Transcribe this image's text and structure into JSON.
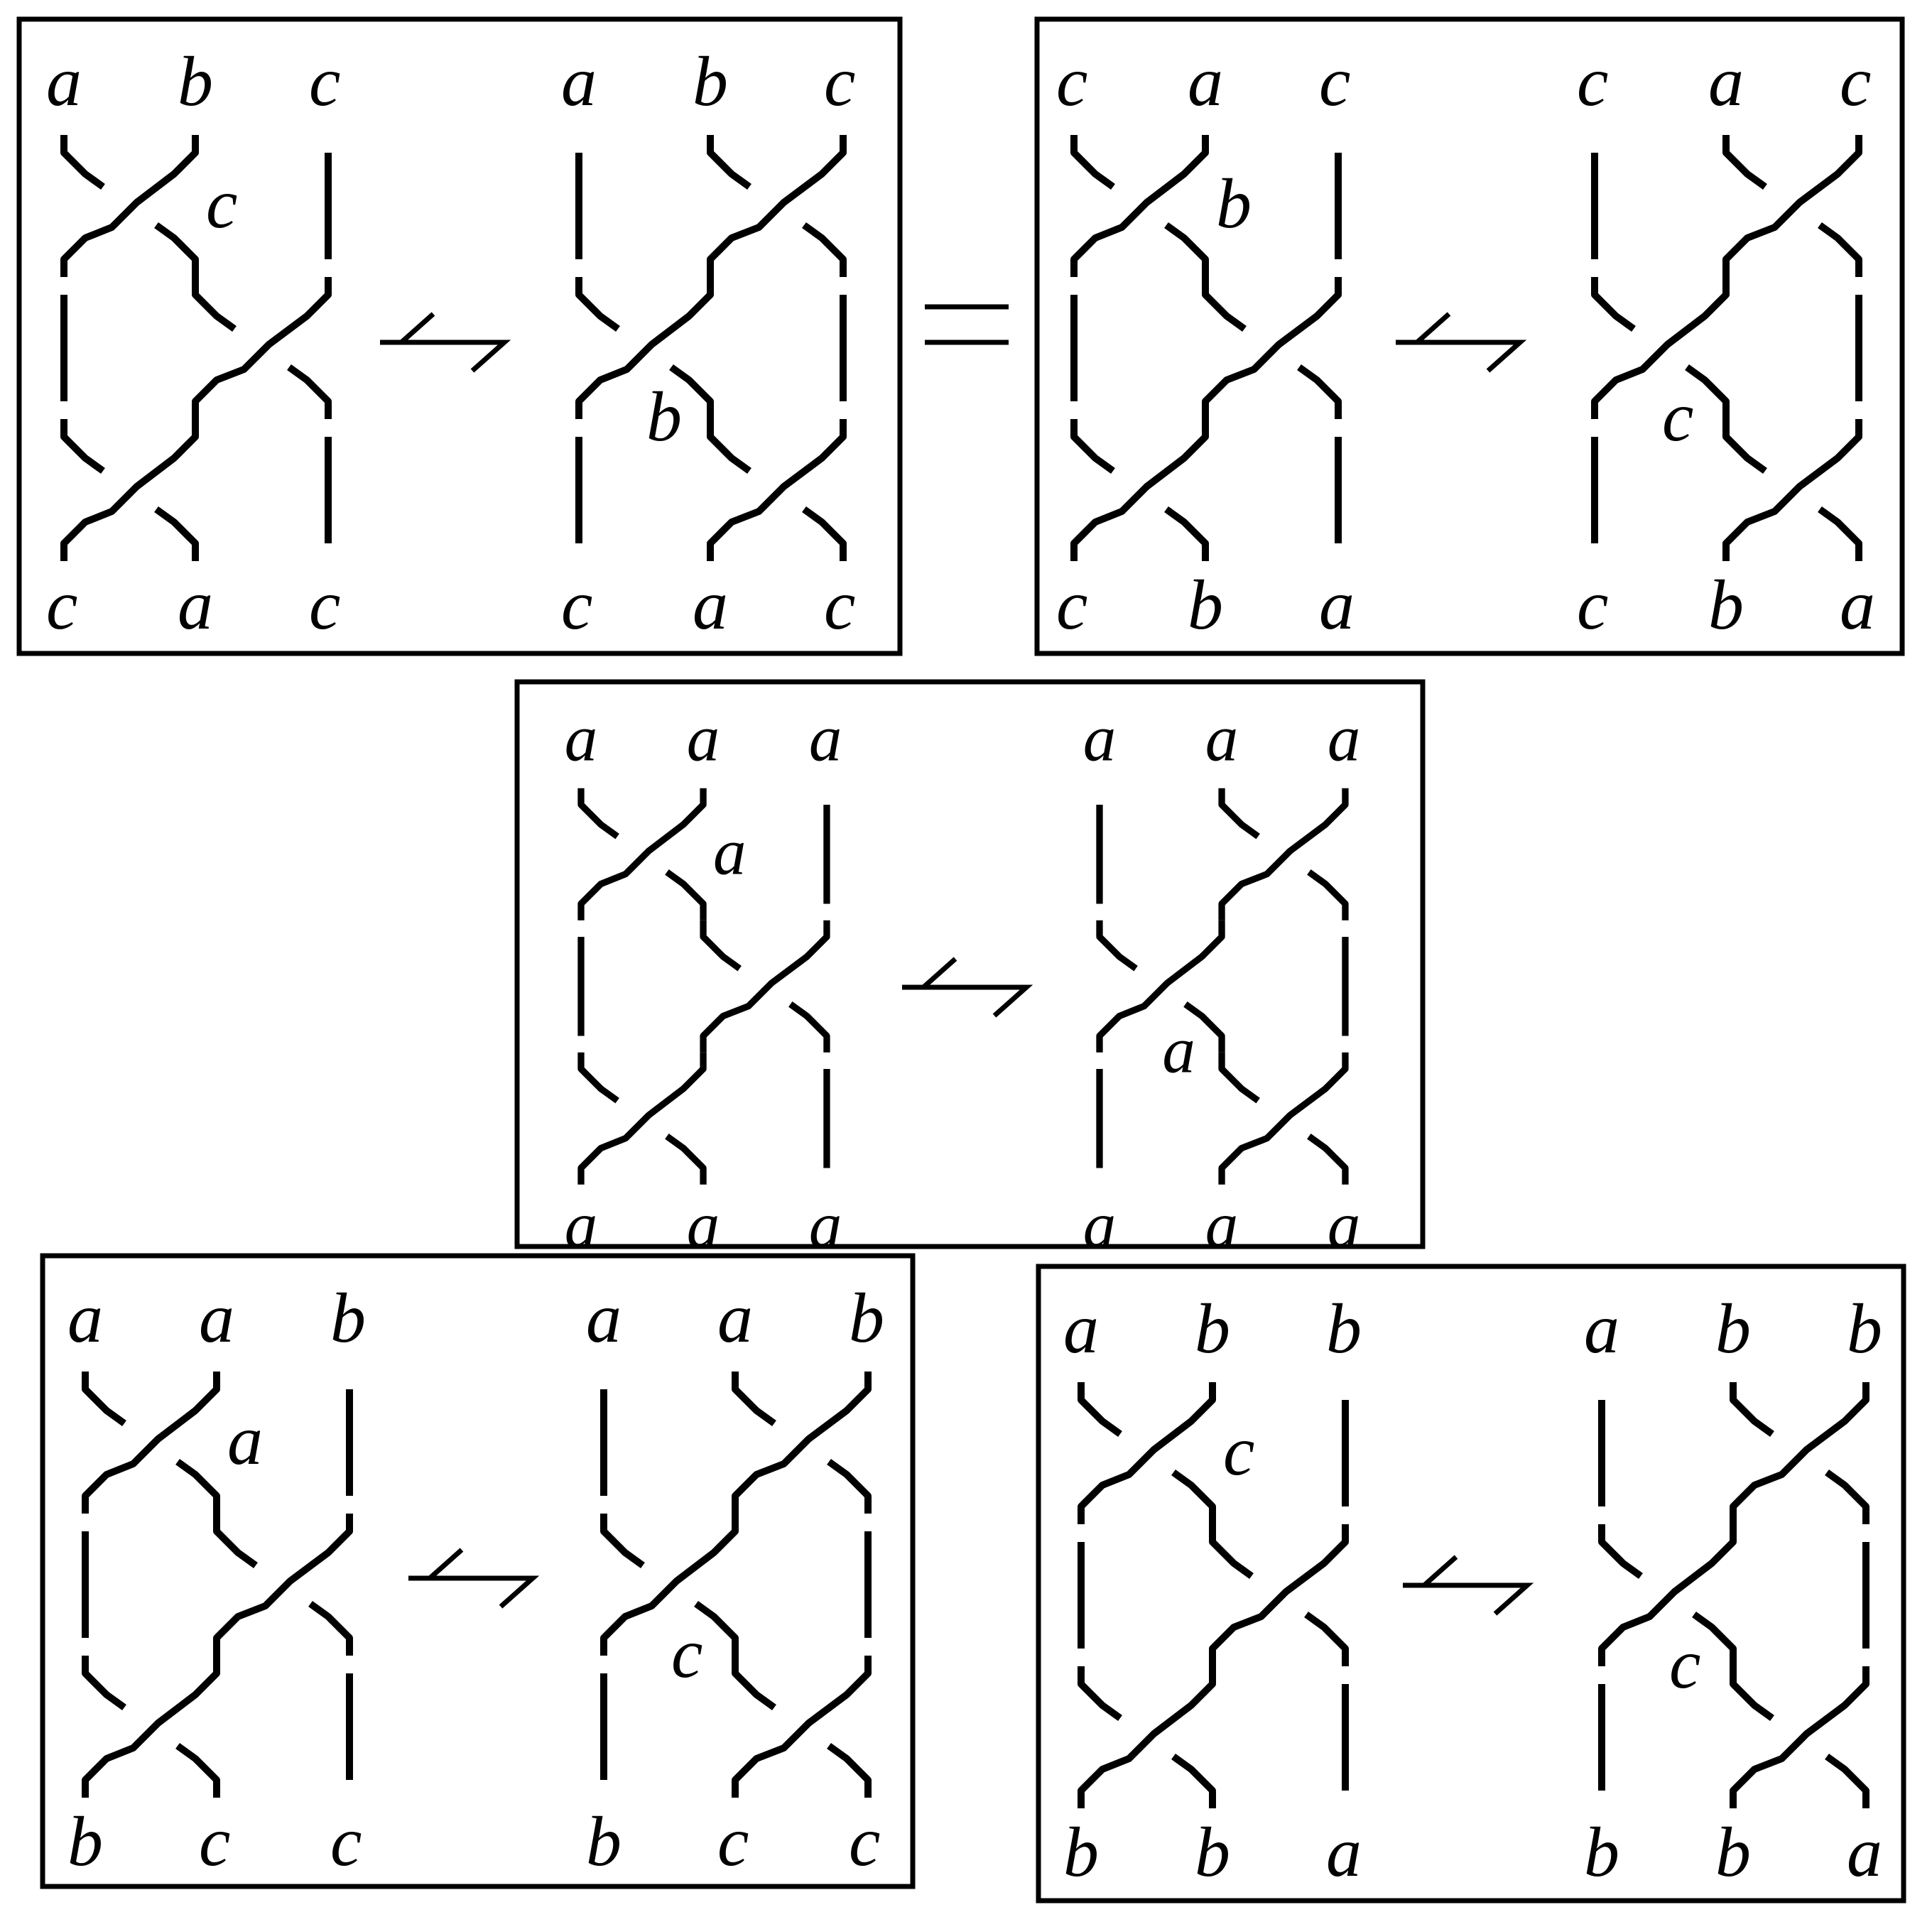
{
  "colors": {
    "stroke": "#000000",
    "background": "#ffffff"
  },
  "relation_symbol": "=",
  "panels": [
    {
      "name": "panel-top-left",
      "left": {
        "top": [
          "a",
          "b",
          "c"
        ],
        "bottom": [
          "c",
          "a",
          "c"
        ],
        "inner": "c"
      },
      "right": {
        "top": [
          "a",
          "b",
          "c"
        ],
        "bottom": [
          "c",
          "a",
          "c"
        ],
        "inner": "b"
      }
    },
    {
      "name": "panel-top-right",
      "left": {
        "top": [
          "c",
          "a",
          "c"
        ],
        "bottom": [
          "c",
          "b",
          "a"
        ],
        "inner": "b"
      },
      "right": {
        "top": [
          "c",
          "a",
          "c"
        ],
        "bottom": [
          "c",
          "b",
          "a"
        ],
        "inner": "c"
      }
    },
    {
      "name": "panel-middle",
      "left": {
        "top": [
          "a",
          "a",
          "a"
        ],
        "bottom": [
          "a",
          "a",
          "a"
        ],
        "inner": "a"
      },
      "right": {
        "top": [
          "a",
          "a",
          "a"
        ],
        "bottom": [
          "a",
          "a",
          "a"
        ],
        "inner": "a"
      }
    },
    {
      "name": "panel-bottom-left",
      "left": {
        "top": [
          "a",
          "a",
          "b"
        ],
        "bottom": [
          "b",
          "c",
          "c"
        ],
        "inner": "a"
      },
      "right": {
        "top": [
          "a",
          "a",
          "b"
        ],
        "bottom": [
          "b",
          "c",
          "c"
        ],
        "inner": "c"
      }
    },
    {
      "name": "panel-bottom-right",
      "left": {
        "top": [
          "a",
          "b",
          "b"
        ],
        "bottom": [
          "b",
          "b",
          "a"
        ],
        "inner": "c"
      },
      "right": {
        "top": [
          "a",
          "b",
          "b"
        ],
        "bottom": [
          "b",
          "b",
          "a"
        ],
        "inner": "c"
      }
    }
  ]
}
